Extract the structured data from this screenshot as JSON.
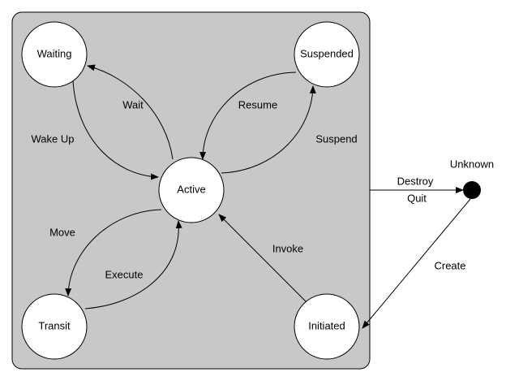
{
  "colors": {
    "container_fill": "#c8c8c8",
    "container_stroke": "#000000",
    "state_fill": "#ffffff",
    "terminal_fill": "#000000"
  },
  "states": {
    "waiting": "Waiting",
    "suspended": "Suspended",
    "active": "Active",
    "transit": "Transit",
    "initiated": "Initiated",
    "unknown": "Unknown"
  },
  "transitions": {
    "wait": "Wait",
    "wake_up": "Wake Up",
    "resume": "Resume",
    "suspend": "Suspend",
    "move": "Move",
    "execute": "Execute",
    "invoke": "Invoke",
    "destroy": "Destroy",
    "quit": "Quit",
    "create": "Create"
  }
}
